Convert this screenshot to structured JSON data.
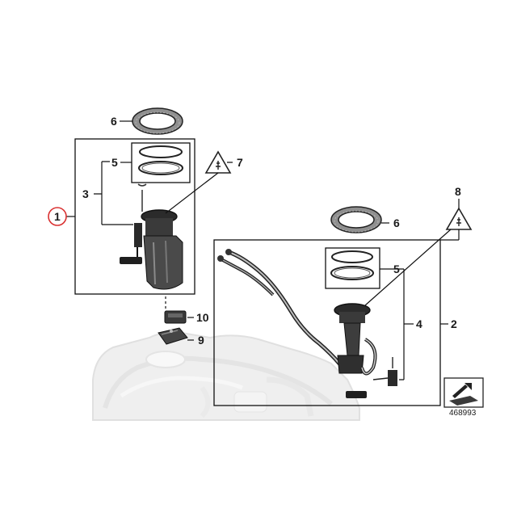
{
  "callouts": {
    "c1": "1",
    "c2": "2",
    "c3": "3",
    "c4": "4",
    "c5a": "5",
    "c5b": "5",
    "c6a": "6",
    "c6b": "6",
    "c7": "7",
    "c8": "8",
    "c9": "9",
    "c10": "10"
  },
  "reference_number": "468993",
  "colors": {
    "highlight_circle": "#d93030",
    "tank": "#e8e8e8",
    "line": "#111111"
  }
}
